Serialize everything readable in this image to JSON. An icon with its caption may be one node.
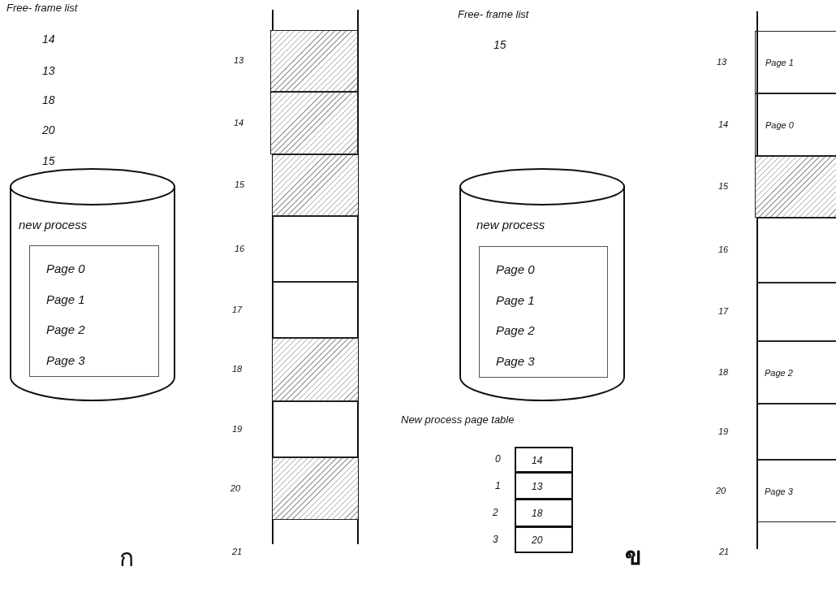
{
  "diagram": {
    "nodes": [
      {
        "text": [
          "new process"
        ]
      },
      {
        "text": [
          "Page 0",
          "Page 1",
          "Page 2",
          "Page 3"
        ],
        "in": 0
      },
      {
        "text": [],
        "shape": "box",
        "beside": [
          "13"
        ]
      },
      {
        "text": [],
        "shape": "box",
        "beside": [
          "14"
        ]
      },
      {
        "text": [],
        "shape": "box",
        "beside": [
          "15"
        ]
      },
      {
        "text": [],
        "shape": "box",
        "beside": [
          "16"
        ]
      },
      {
        "text": [],
        "shape": "box",
        "beside": [
          "17"
        ]
      },
      {
        "text": [],
        "shape": "box",
        "beside": [
          "18"
        ]
      },
      {
        "text": [],
        "shape": "box",
        "beside": [
          "19"
        ]
      },
      {
        "text": [],
        "shape": "box",
        "beside": [
          "20"
        ]
      },
      {
        "text": [
          "new process"
        ]
      },
      {
        "text": [
          "Page 0",
          "Page 1",
          "Page 2",
          "Page 3"
        ],
        "in": 10
      },
      {
        "text": [
          "Page 1"
        ],
        "beside": [
          "13"
        ]
      },
      {
        "text": [
          "Page 0"
        ],
        "beside": [
          "14"
        ]
      },
      {
        "text": [],
        "shape": "box",
        "beside": [
          "15"
        ]
      },
      {
        "text": [],
        "shape": "box",
        "beside": [
          "16"
        ]
      },
      {
        "text": [],
        "shape": "box",
        "beside": [
          "17"
        ]
      },
      {
        "text": [
          "Page 2"
        ],
        "beside": [
          "18"
        ]
      },
      {
        "text": [],
        "shape": "box",
        "beside": [
          "19"
        ]
      },
      {
        "text": [
          "Page 3"
        ],
        "beside": [
          "20"
        ]
      },
      {
        "text": [
          "14"
        ],
        "beside": [
          "0"
        ]
      },
      {
        "text": [
          "13"
        ],
        "beside": [
          "1"
        ]
      },
      {
        "text": [
          "18"
        ],
        "beside": [
          "2"
        ]
      },
      {
        "text": [
          "20"
        ],
        "beside": [
          "3"
        ]
      }
    ],
    "labels": [
      "Free- frame list",
      "14",
      "13",
      "18",
      "20",
      "15",
      "21",
      "ก",
      "Free- frame list",
      "15",
      "New process page table",
      "21",
      "ข"
    ]
  }
}
